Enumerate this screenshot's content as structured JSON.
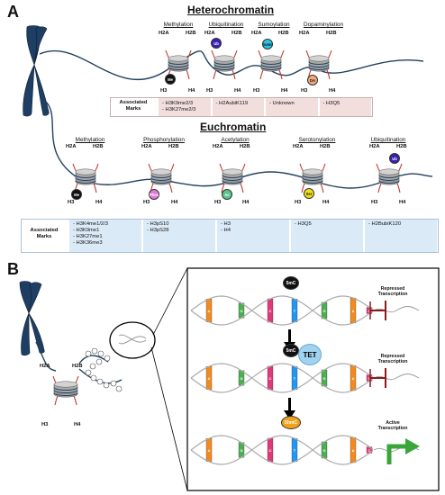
{
  "panel_a": {
    "label": "A",
    "heterochromatin": {
      "title": "Heterochromatin",
      "mods": [
        "Methylation",
        "Ubiquitination",
        "Sumoylation",
        "Dopaminylation"
      ],
      "badges": [
        "Me",
        "Ub",
        "Sumo",
        "DA"
      ],
      "badge_colors": [
        "#111111",
        "#3a1fb0",
        "#29c4e0",
        "#f2a97b"
      ],
      "marks_label": "Associated\nMarks",
      "marks": [
        "- H3K9me2/3\n- H3K27me2/3",
        "- H2AubiK119",
        "- Unknown",
        "- H3Q5"
      ],
      "box_color": "#f3dede"
    },
    "euchromatin": {
      "title": "Euchromatin",
      "mods": [
        "Methylation",
        "Phosphorylation",
        "Acetylation",
        "Serotonylation",
        "Ubiquitination"
      ],
      "badges": [
        "Me",
        "Phos",
        "Ac",
        "Ser",
        "Ub"
      ],
      "badge_colors": [
        "#111111",
        "#e07ad8",
        "#58c48a",
        "#f2e014",
        "#3a1fb0"
      ],
      "marks_label": "Associated\nMarks",
      "marks": [
        "- H3K4me1/2/3\n- H3K9me1\n- H3K27me1\n- H3K36me3",
        "- H3pS10\n- H3pS28",
        "- H3\n- H4",
        "- H3Q5",
        "- H2BubiK120"
      ],
      "box_color": "#dbeaf7"
    },
    "histone_labels": {
      "h2a": "H2A",
      "h2b": "H2B",
      "h3": "H3",
      "h4": "H4"
    }
  },
  "panel_b": {
    "label": "B",
    "histone_labels": {
      "h2a": "H2A",
      "h2b": "H2B",
      "h3": "H3",
      "h4": "H4"
    },
    "rows": [
      {
        "badge": "5mC",
        "badge_color": "#111111",
        "enzyme": "",
        "status": "Repressed\nTranscription"
      },
      {
        "badge": "5mC",
        "badge_color": "#111111",
        "enzyme": "TET",
        "status": "Repressed\nTranscription"
      },
      {
        "badge": "5hmC",
        "badge_color": "#f0a21a",
        "enzyme": "",
        "status": "Active\nTranscription"
      }
    ],
    "base_letters": [
      "A",
      "G",
      "C",
      "T",
      "G",
      "A",
      "C"
    ],
    "base_colors": [
      "#f28a1e",
      "#4caf50",
      "#e0397a",
      "#2196f3",
      "#4caf50",
      "#f28a1e",
      "#e0397a"
    ],
    "colors": {
      "repressed": "#8b1a1a",
      "active": "#3aa63a",
      "tet": "#9fd3ef"
    }
  }
}
